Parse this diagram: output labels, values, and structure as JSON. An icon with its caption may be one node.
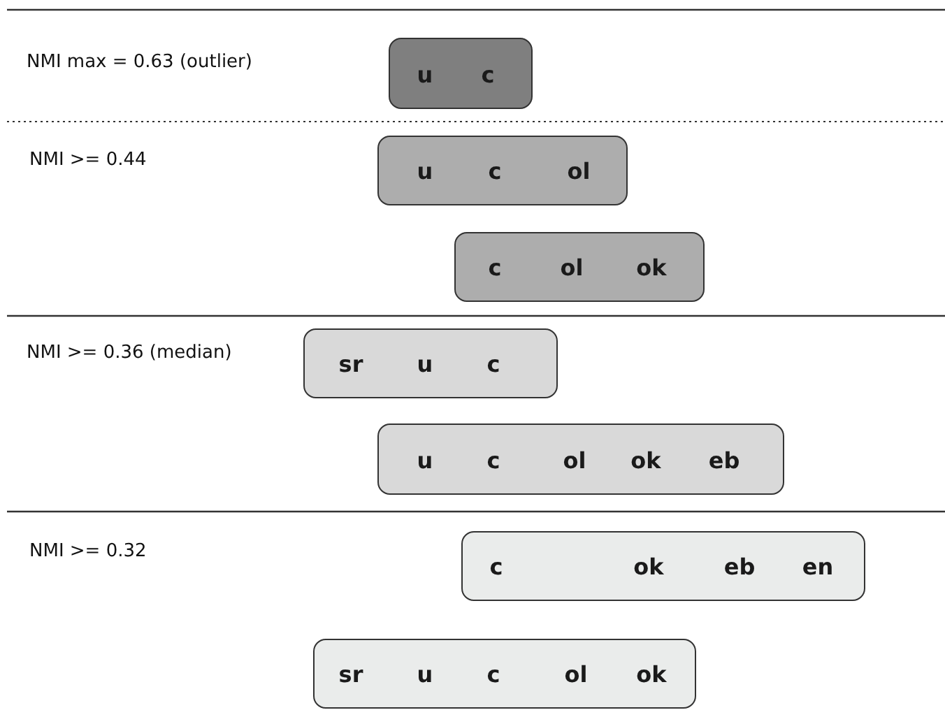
{
  "diagram": {
    "nodes": [
      {
        "text": [
          "u",
          "c"
        ]
      },
      {
        "text": [
          "u",
          "c",
          "ol"
        ]
      },
      {
        "text": [
          "c",
          "ol",
          "ok"
        ]
      },
      {
        "text": [
          "sr",
          "u",
          "c"
        ]
      },
      {
        "text": [
          "u",
          "c",
          "ol",
          "ok",
          "eb"
        ]
      },
      {
        "text": [
          "c",
          "ok",
          "eb",
          "en"
        ]
      },
      {
        "text": [
          "sr",
          "u",
          "c",
          "ol",
          "ok"
        ]
      }
    ],
    "edges": [],
    "labels": [
      "NMI max = 0.63 (outlier)",
      "NMI >= 0.44",
      "NMI >= 0.36 (median)",
      "NMI >= 0.32"
    ]
  }
}
